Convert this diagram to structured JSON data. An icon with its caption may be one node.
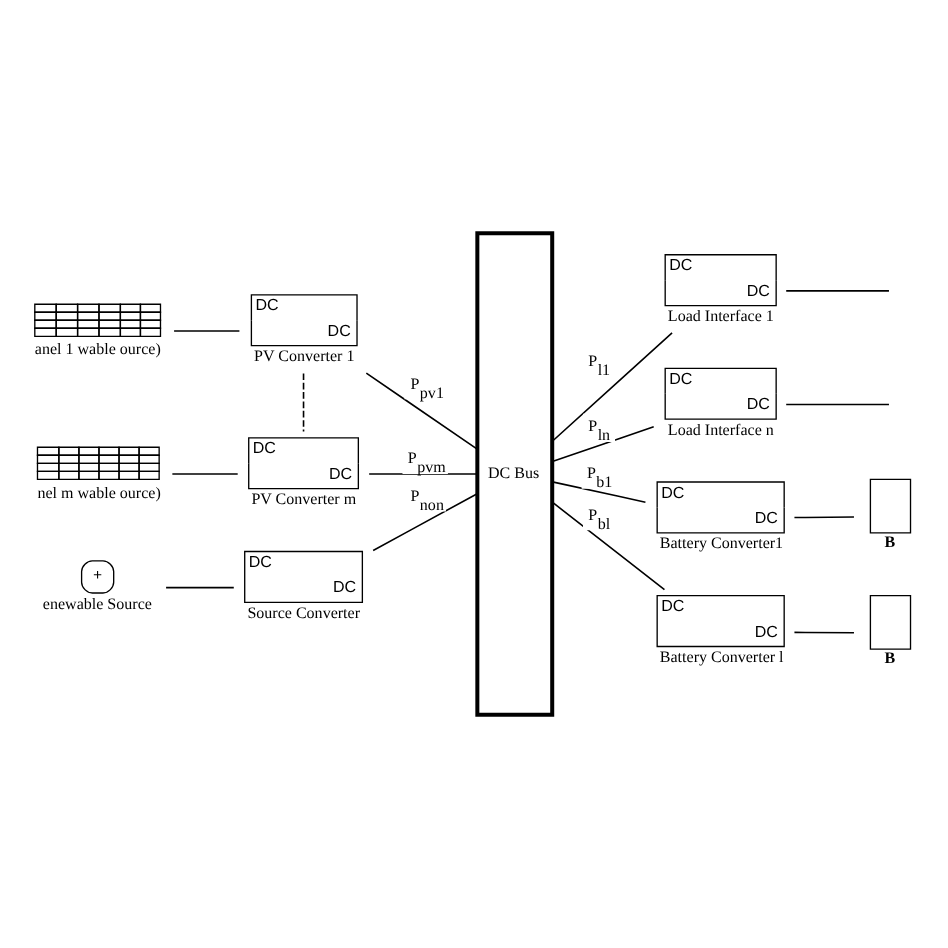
{
  "diagram": {
    "nodes": [
      {
        "text": [
          "anel 1 wable ource)"
        ]
      },
      {
        "text": [
          "DC",
          "DC",
          "PV Converter 1"
        ]
      },
      {
        "text": [
          "DC Bus"
        ]
      },
      {
        "text": [
          "nel m wable ource)"
        ]
      },
      {
        "text": [
          "DC",
          "DC",
          "PV Converter m"
        ]
      },
      {
        "text": [
          "+",
          "enewable Source"
        ]
      },
      {
        "text": [
          "DC",
          "DC",
          "Source Converter"
        ]
      },
      {
        "text": [
          "DC",
          "DC",
          "Load Interface 1"
        ]
      },
      {
        "text": [
          "DC",
          "DC",
          "Load Interface n"
        ]
      },
      {
        "text": [
          "DC",
          "DC",
          "Battery Converter1"
        ]
      },
      {
        "text": [
          "DC",
          "DC",
          "Battery Converter l"
        ]
      },
      {
        "text": [
          "B"
        ]
      },
      {
        "text": [
          "B"
        ]
      }
    ],
    "edges": [
      {
        "from": 0,
        "to": 1,
        "arrow": "none"
      },
      {
        "from": 1,
        "to": 2,
        "arrow": "none",
        "label": "P$_{pv1}$"
      },
      {
        "from": 1,
        "to": 4,
        "arrow": "none",
        "style": "dashed"
      },
      {
        "from": 3,
        "to": 4,
        "arrow": "none"
      },
      {
        "from": 4,
        "to": 2,
        "arrow": "none",
        "label": "P$_{pvm}$"
      },
      {
        "from": 5,
        "to": 6,
        "arrow": "none"
      },
      {
        "from": 6,
        "to": 2,
        "arrow": "none",
        "label": "P$_{non}$"
      },
      {
        "from": 2,
        "to": 7,
        "arrow": "none",
        "label": "P$_{l1}$"
      },
      {
        "from": 2,
        "to": 8,
        "arrow": "none",
        "label": "P$_{ln}$"
      },
      {
        "from": 2,
        "to": 9,
        "arrow": "none",
        "label": "P$_{b1}$"
      },
      {
        "from": 2,
        "to": 10,
        "arrow": "none",
        "label": "P$_{bl}$"
      },
      {
        "from": 7,
        "to": null,
        "arrow": "none"
      },
      {
        "from": 8,
        "to": null,
        "arrow": "none"
      },
      {
        "from": 9,
        "to": 11,
        "arrow": "none"
      },
      {
        "from": 10,
        "to": 12,
        "arrow": "none"
      }
    ]
  }
}
